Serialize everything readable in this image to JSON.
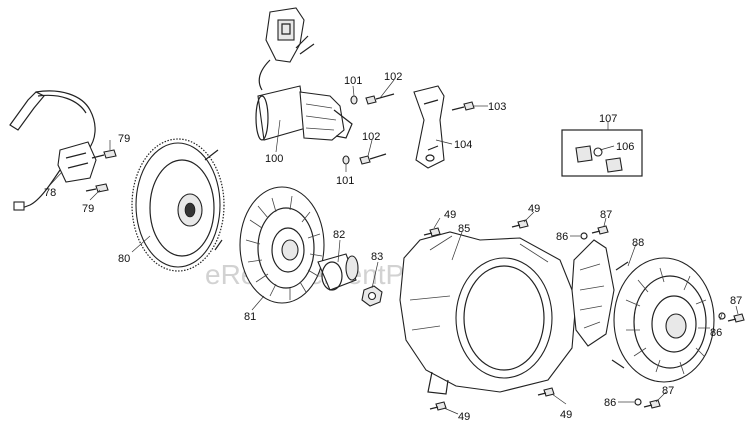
{
  "watermark": "eReplacementParts.com",
  "callouts": [
    {
      "id": "c100",
      "text": "100"
    },
    {
      "id": "c101a",
      "text": "101"
    },
    {
      "id": "c101b",
      "text": "101"
    },
    {
      "id": "c102a",
      "text": "102"
    },
    {
      "id": "c102b",
      "text": "102"
    },
    {
      "id": "c103",
      "text": "103"
    },
    {
      "id": "c104",
      "text": "104"
    },
    {
      "id": "c107",
      "text": "107"
    },
    {
      "id": "c106",
      "text": "106"
    },
    {
      "id": "c79a",
      "text": "79"
    },
    {
      "id": "c79b",
      "text": "79"
    },
    {
      "id": "c78",
      "text": "78"
    },
    {
      "id": "c80",
      "text": "80"
    },
    {
      "id": "c81",
      "text": "81"
    },
    {
      "id": "c82",
      "text": "82"
    },
    {
      "id": "c83",
      "text": "83"
    },
    {
      "id": "c49a",
      "text": "49"
    },
    {
      "id": "c49b",
      "text": "49"
    },
    {
      "id": "c49c",
      "text": "49"
    },
    {
      "id": "c49d",
      "text": "49"
    },
    {
      "id": "c85",
      "text": "85"
    },
    {
      "id": "c86a",
      "text": "86"
    },
    {
      "id": "c86b",
      "text": "86"
    },
    {
      "id": "c86c",
      "text": "86"
    },
    {
      "id": "c87a",
      "text": "87"
    },
    {
      "id": "c87b",
      "text": "87"
    },
    {
      "id": "c87c",
      "text": "87"
    },
    {
      "id": "c88",
      "text": "88"
    }
  ]
}
